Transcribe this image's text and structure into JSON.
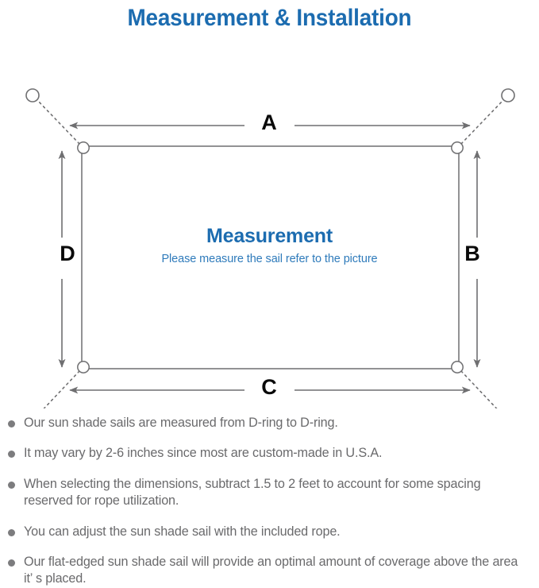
{
  "page": {
    "title": "Measurement & Installation",
    "title_color": "#1c6cb0"
  },
  "diagram": {
    "center_heading": "Measurement",
    "center_subheading": "Please measure the sail refer to the picture",
    "heading_color": "#1c6cb0",
    "subheading_color": "#2f7bbb",
    "line_color": "#6f6f71",
    "dimension_labels": {
      "top": "A",
      "right": "B",
      "bottom": "C",
      "left": "D"
    },
    "d_ring_count": 4,
    "anchor_point_count": 4
  },
  "notes": {
    "bullet_color": "#7c7c7e",
    "items": [
      "Our sun shade sails are measured from D-ring to D-ring.",
      "It may vary by 2-6 inches since most are custom-made in U.S.A.",
      "When selecting the dimensions, subtract 1.5 to 2 feet to account for some spacing reserved for rope utilization.",
      "You can adjust the sun shade sail with the included rope.",
      "Our flat-edged sun shade sail will provide an optimal amount of coverage above the area it’ s placed."
    ]
  }
}
